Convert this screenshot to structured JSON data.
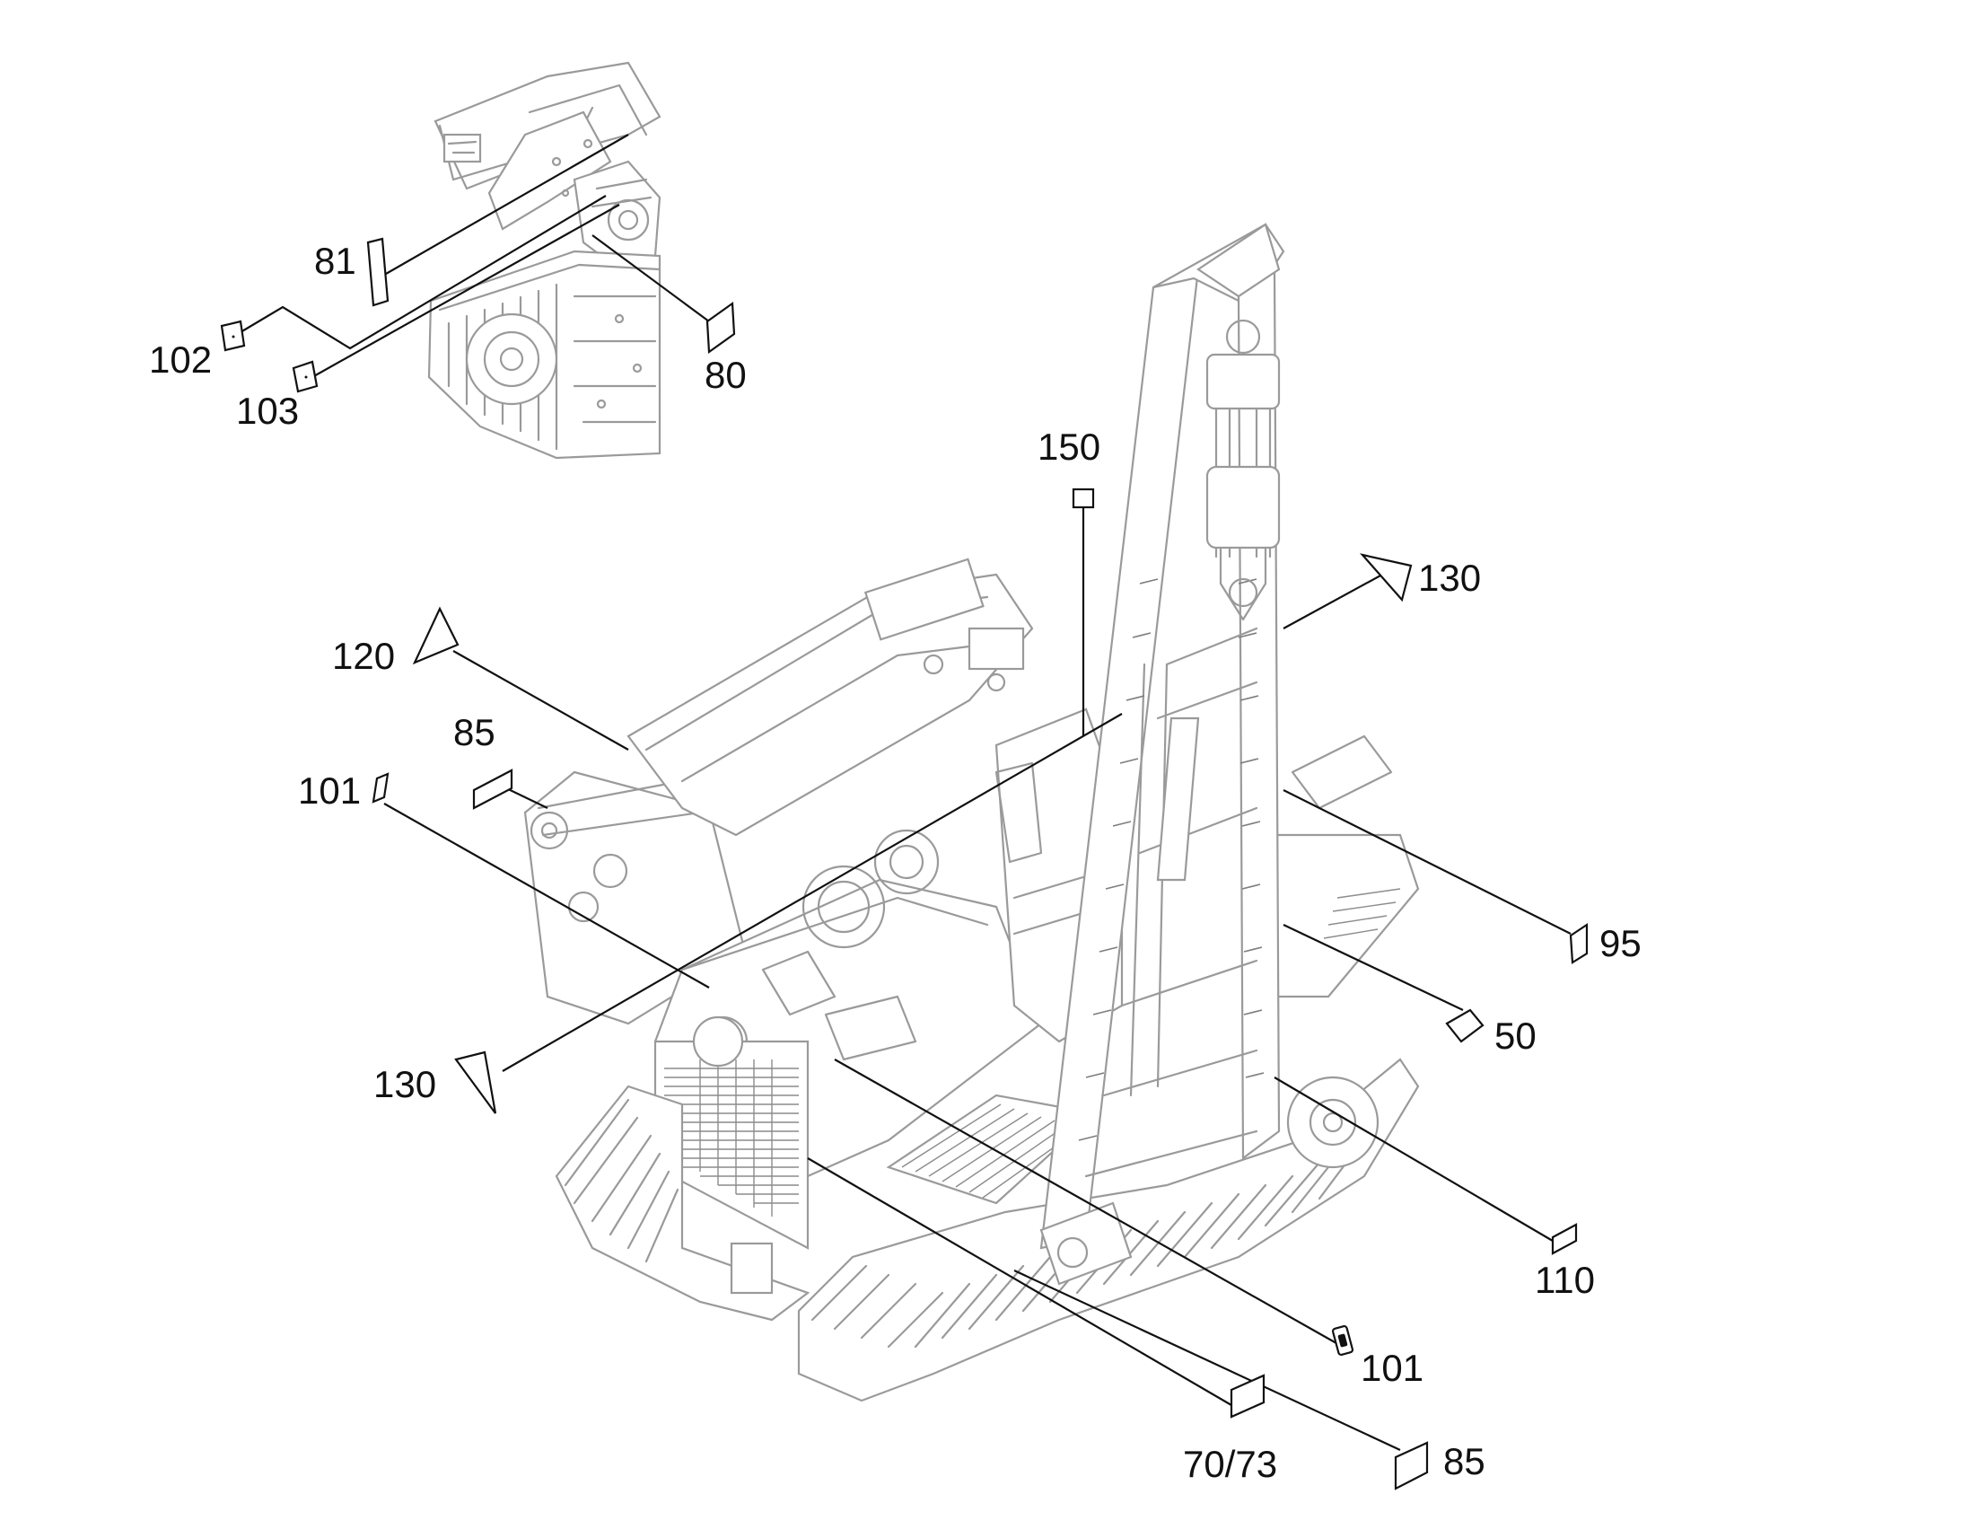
{
  "diagram": {
    "callouts": {
      "c81": "81",
      "c102": "102",
      "c103": "103",
      "c80": "80",
      "c150": "150",
      "c130_top": "130",
      "c120": "120",
      "c85_left": "85",
      "c101_left": "101",
      "c95": "95",
      "c50": "50",
      "c130_bottom": "130",
      "c110": "110",
      "c101_bottom": "101",
      "c70_73": "70/73",
      "c85_bottom": "85"
    }
  }
}
